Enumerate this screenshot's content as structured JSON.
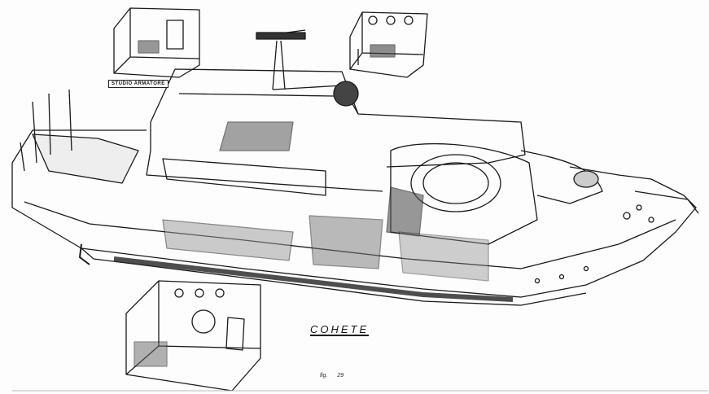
{
  "drawing": {
    "inset_label": "STUDIO ARMATORE",
    "vessel_name": "COHETE",
    "figure_prefix": "fig.",
    "figure_number": "29"
  }
}
